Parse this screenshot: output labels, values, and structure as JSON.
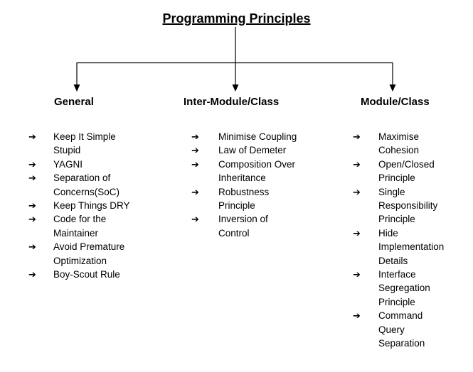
{
  "title": "Programming Principles",
  "bullet_icon": "➔",
  "colors": {
    "text": "#000000",
    "lines": "#000000",
    "background": "#ffffff"
  },
  "columns": [
    {
      "heading": "General",
      "items": [
        "Keep It Simple\nStupid",
        "YAGNI",
        "Separation of\nConcerns(SoC)",
        "Keep Things DRY",
        "Code for the\nMaintainer",
        "Avoid Premature\nOptimization",
        "Boy-Scout Rule"
      ]
    },
    {
      "heading": "Inter-Module/Class",
      "items": [
        "Minimise Coupling",
        "Law of Demeter",
        "Composition Over\nInheritance",
        "Robustness\nPrinciple",
        "Inversion of\nControl"
      ]
    },
    {
      "heading": "Module/Class",
      "items": [
        "Maximise\nCohesion",
        "Open/Closed\nPrinciple",
        "Single\nResponsibility\nPrinciple",
        "Hide\nImplementation\nDetails",
        "Interface\nSegregation\nPrinciple",
        "Command\nQuery\nSeparation"
      ]
    }
  ]
}
